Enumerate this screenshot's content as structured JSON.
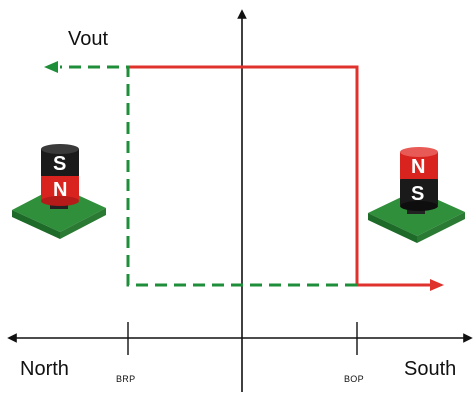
{
  "labels": {
    "y_axis": "Vout",
    "x_left": "North",
    "x_right": "South",
    "brp": "BRP",
    "bop": "BOP"
  },
  "magnet_left": {
    "top_pole": "S",
    "bottom_pole": "N"
  },
  "magnet_right": {
    "top_pole": "N",
    "bottom_pole": "S"
  },
  "colors": {
    "red": "#e0322d",
    "green": "#1f8e3a",
    "axis": "#111111",
    "board": "#2f8f3a",
    "magnet_red": "#d8231f",
    "magnet_black": "#1a1a1a"
  }
}
